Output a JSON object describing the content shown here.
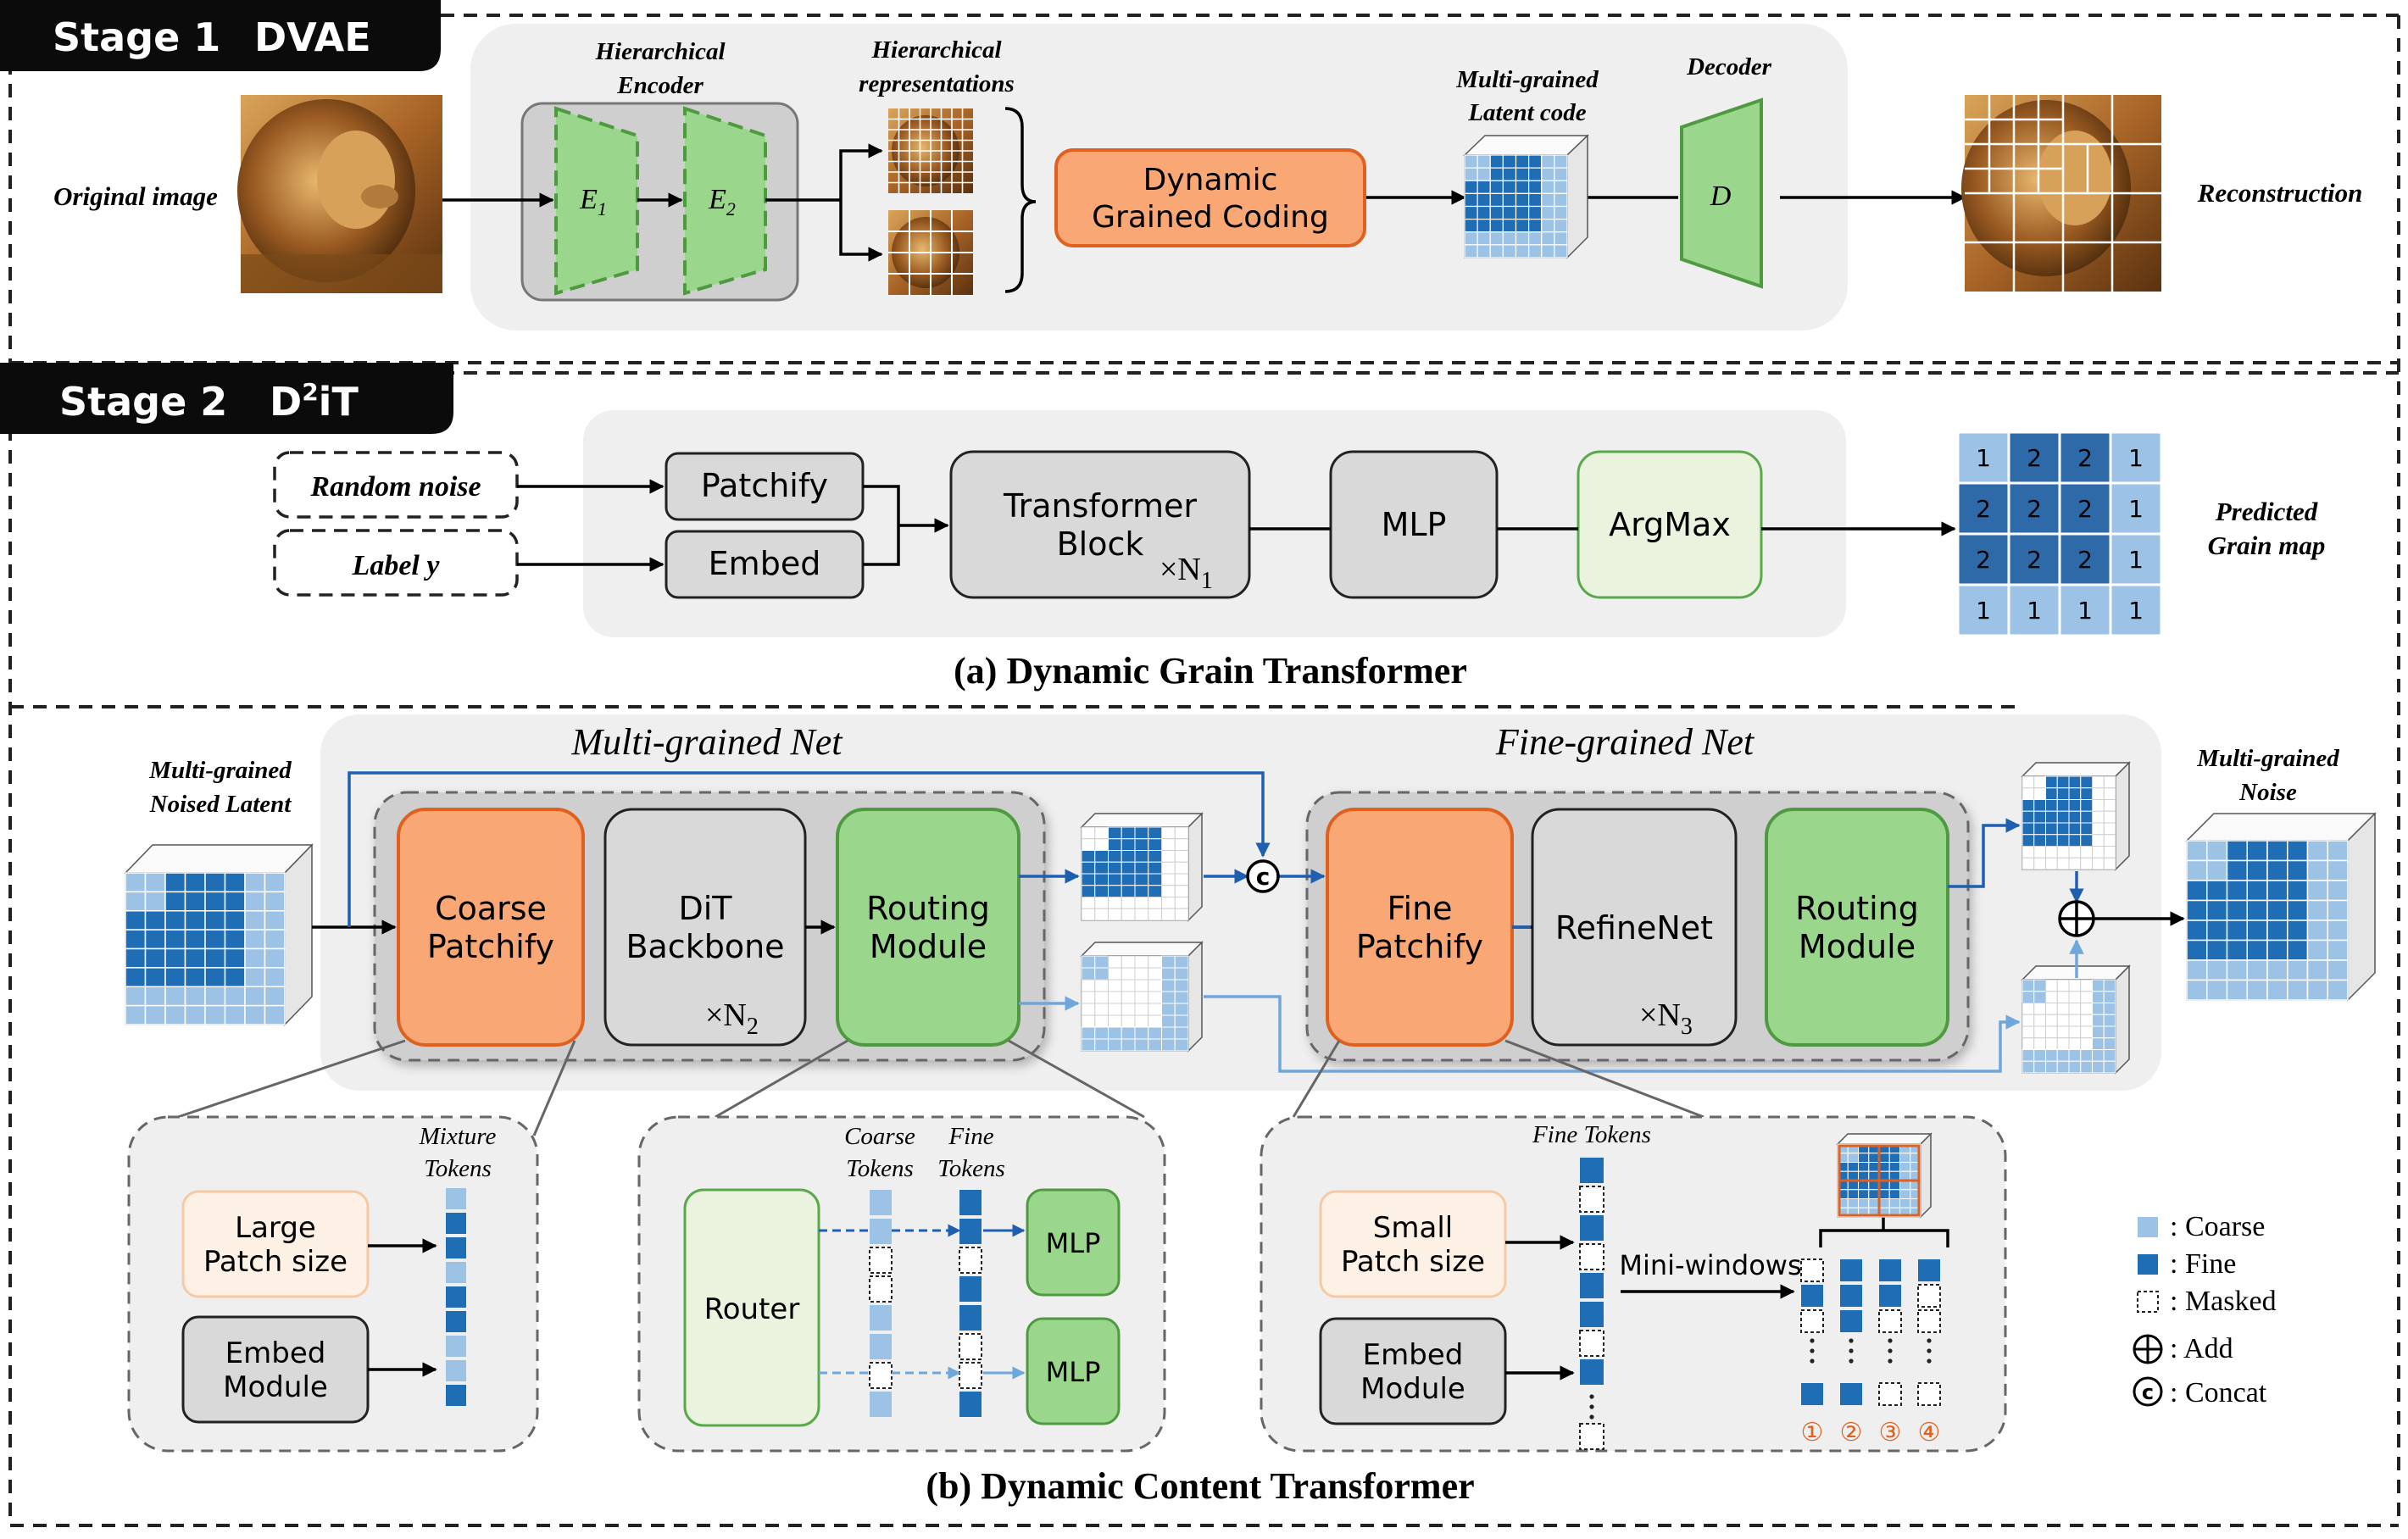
{
  "stage1": {
    "title": "Stage 1",
    "name": "DVAE",
    "original_image": "Original image",
    "encoder_title": [
      "Hierarchical",
      "Encoder"
    ],
    "e1": "E",
    "e1_sub": "1",
    "e2": "E",
    "e2_sub": "2",
    "representations_title": [
      "Hierarchical",
      "representations"
    ],
    "coding": [
      "Dynamic",
      "Grained Coding"
    ],
    "latent_title": [
      "Multi-grained",
      "Latent code"
    ],
    "decoder_title": "Decoder",
    "decoder": "D",
    "reconstruction": "Reconstruction"
  },
  "stage2": {
    "title": "Stage 2",
    "name": "D",
    "name_sup": "2",
    "name_tail": "iT"
  },
  "grain_transformer": {
    "random_noise": "Random noise",
    "label": "Label y",
    "patchify": "Patchify",
    "embed": "Embed",
    "transformer": [
      "Transformer",
      "Block"
    ],
    "transformer_mult": "×N",
    "transformer_mult_sub": "1",
    "mlp": "MLP",
    "argmax": "ArgMax",
    "grain_map_title": [
      "Predicted",
      "Grain map"
    ],
    "grain_map": [
      [
        1,
        2,
        2,
        1
      ],
      [
        2,
        2,
        2,
        1
      ],
      [
        2,
        2,
        2,
        1
      ],
      [
        1,
        1,
        1,
        1
      ]
    ],
    "caption": "(a) Dynamic Grain Transformer"
  },
  "content_transformer": {
    "input_title": [
      "Multi-grained",
      "Noised Latent"
    ],
    "multi_net": "Multi-grained Net",
    "fine_net": "Fine-grained Net",
    "coarse_patchify": [
      "Coarse",
      "Patchify"
    ],
    "dit": [
      "DiT",
      "Backbone"
    ],
    "dit_mult": "×N",
    "dit_mult_sub": "2",
    "routing_a": [
      "Routing",
      "Module"
    ],
    "fine_patchify": [
      "Fine",
      "Patchify"
    ],
    "refinenet": "RefineNet",
    "refine_mult": "×N",
    "refine_mult_sub": "3",
    "routing_b": [
      "Routing",
      "Module"
    ],
    "output_title": [
      "Multi-grained",
      "Noise"
    ],
    "mixture_tokens": [
      "Mixture",
      "Tokens"
    ],
    "large_patch": [
      "Large",
      "Patch size"
    ],
    "embed_module_a": [
      "Embed",
      "Module"
    ],
    "coarse_tokens": [
      "Coarse",
      "Tokens"
    ],
    "fine_tokens_mid": [
      "Fine",
      "Tokens"
    ],
    "router": "Router",
    "mlp_a": "MLP",
    "mlp_b": "MLP",
    "fine_tokens": "Fine Tokens",
    "small_patch": [
      "Small",
      "Patch size"
    ],
    "embed_module_b": [
      "Embed",
      "Module"
    ],
    "mini_windows": "Mini-windows",
    "window_nums": [
      "①",
      "②",
      "③",
      "④"
    ],
    "caption": "(b) Dynamic Content Transformer"
  },
  "legend": {
    "coarse": ": Coarse",
    "fine": ": Fine",
    "masked": ": Masked",
    "add": ": Add",
    "concat": ": Concat",
    "concat_symbol": "c"
  },
  "colors": {
    "orange_fill": "#f8a775",
    "orange_stroke": "#e06020",
    "green_fill": "#9ad68b",
    "green_stroke": "#4f9a40",
    "grey_fill": "#d9d9d9",
    "light_grey_panel": "#efefef",
    "coarse_blue": "#9cc3e6",
    "fine_blue": "#1f6db5",
    "grain_dark": "#2e6aa8",
    "grain_light": "#9cc3e6",
    "pale_orange": "#fdf0e4",
    "pale_green": "#e9f3de",
    "dark_arrow_blue": "#1f5fb0",
    "light_arrow_blue": "#6fa6dc"
  },
  "icons": [
    "lion-photo",
    "add-icon",
    "concat-icon"
  ]
}
